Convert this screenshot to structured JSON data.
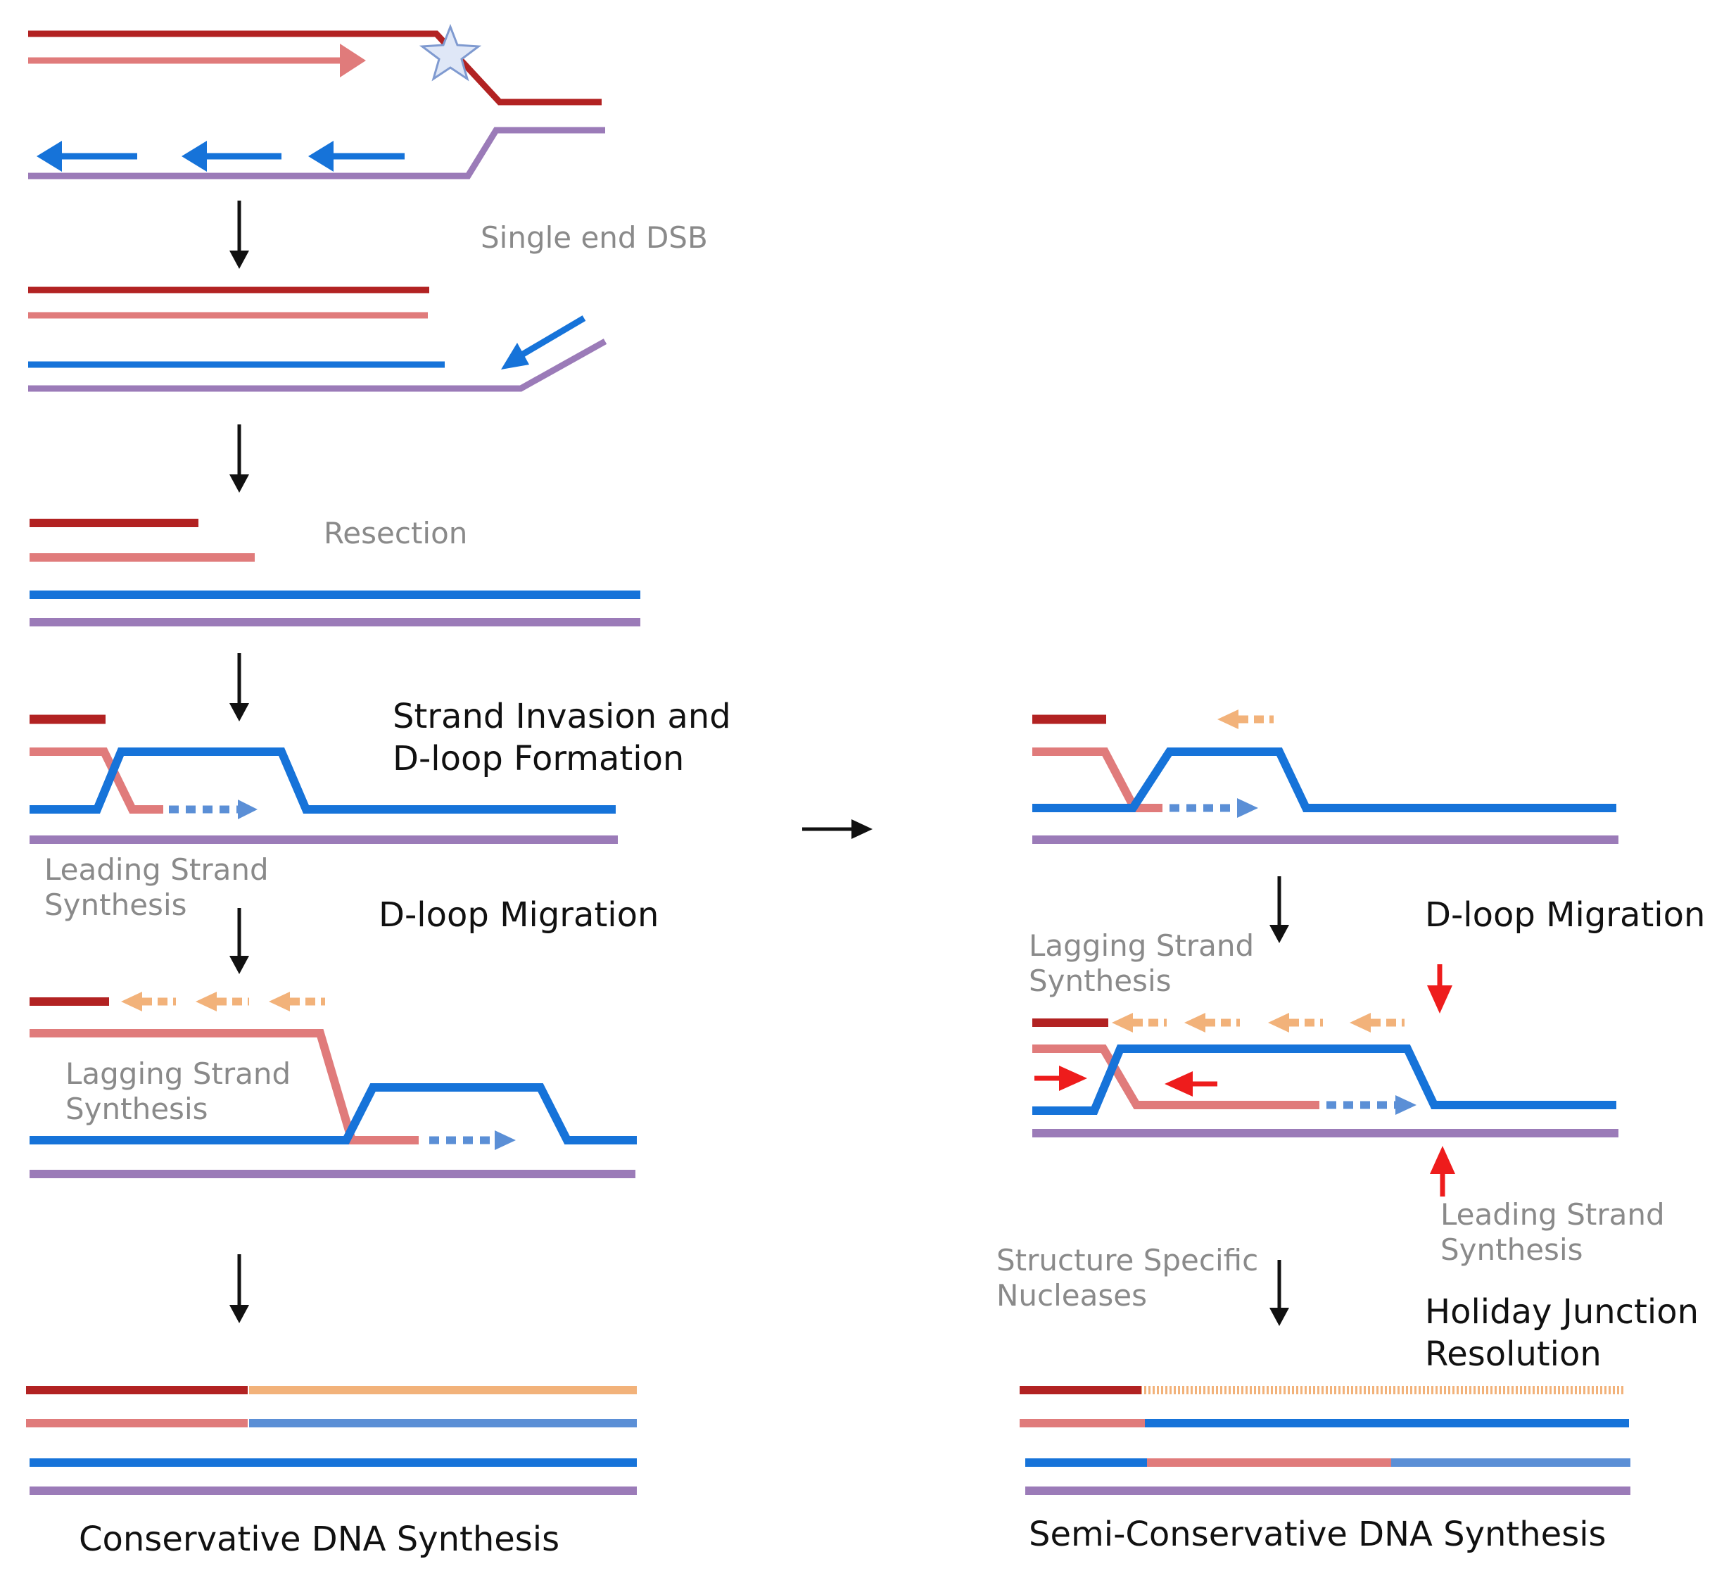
{
  "colors": {
    "dark_red": "#b22222",
    "light_red": "#e07b7b",
    "blue": "#1673d9",
    "light_blue": "#5b8fd6",
    "purple": "#9b7bb8",
    "orange": "#f2b27a",
    "red_arrow": "#ee1c1c",
    "arrow_black": "#111111",
    "label_gray": "#8a8a8a",
    "star_fill": "#dfe7f7",
    "star_stroke": "#7f9ad0"
  },
  "icons": {
    "damage": "star-icon",
    "flow": "arrow-down-icon",
    "branch": "arrow-right-icon"
  },
  "labels": {
    "single_end_dsb": "Single end DSB",
    "resection": "Resection",
    "strand_invasion_line1": "Strand Invasion and",
    "strand_invasion_line2": "D-loop Formation",
    "leading_left_line1": "Leading Strand",
    "leading_left_line2": "Synthesis",
    "dloop_migration_left": "D-loop Migration",
    "lagging_left_line1": "Lagging Strand",
    "lagging_left_line2": "Synthesis",
    "conservative": "Conservative DNA Synthesis",
    "dloop_migration_right": "D-loop Migration",
    "lagging_right_line1": "Lagging Strand",
    "lagging_right_line2": "Synthesis",
    "leading_right_line1": "Leading Strand",
    "leading_right_line2": "Synthesis",
    "nucleases_line1": "Structure Specific",
    "nucleases_line2": "Nucleases",
    "holiday_line1": "Holiday Junction",
    "holiday_line2": "Resolution",
    "semi_conservative": "Semi-Conservative DNA Synthesis"
  }
}
